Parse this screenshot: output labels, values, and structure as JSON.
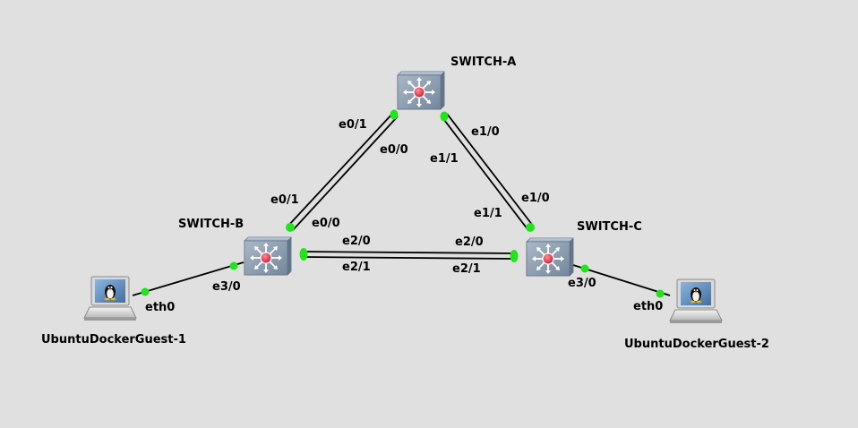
{
  "nodes": {
    "switch_a": "SWITCH-A",
    "switch_b": "SWITCH-B",
    "switch_c": "SWITCH-C",
    "guest_1": "UbuntuDockerGuest-1",
    "guest_2": "UbuntuDockerGuest-2"
  },
  "interfaces": {
    "a_b_side_a_1": "e0/1",
    "a_b_side_a_0": "e0/0",
    "a_c_side_a_0": "e1/0",
    "a_c_side_a_1": "e1/1",
    "b_a_1": "e0/1",
    "b_a_0": "e0/0",
    "b_c_0": "e2/0",
    "b_c_1": "e2/1",
    "c_a_0": "e1/0",
    "c_a_1": "e1/1",
    "c_b_0": "e2/0",
    "c_b_1": "e2/1",
    "b_guest": "e3/0",
    "guest1_eth": "eth0",
    "c_guest": "e3/0",
    "guest2_eth": "eth0"
  },
  "colors": {
    "background": "#e0e0e0",
    "link": "#000000",
    "port_up": "#22e41c",
    "switch_body": "#8fa3b8",
    "switch_core": "#e0334a"
  },
  "icons": {
    "switch": "layer3-switch-icon",
    "host": "linux-laptop-icon"
  }
}
